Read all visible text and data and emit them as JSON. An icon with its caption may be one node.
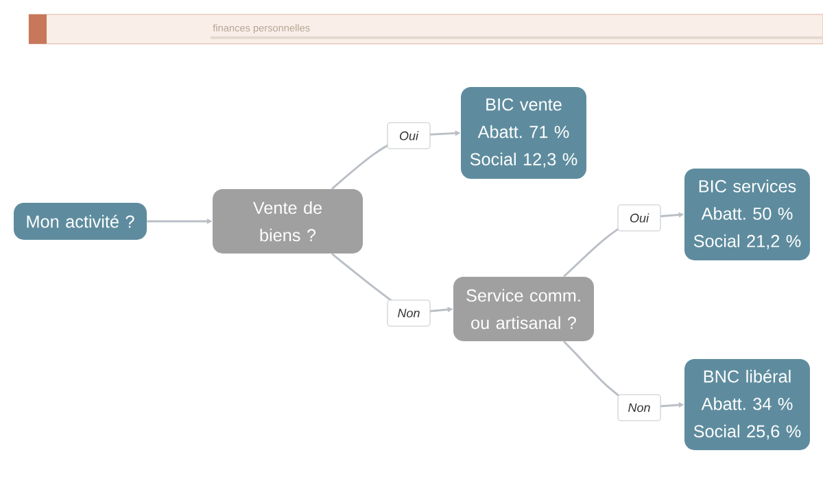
{
  "diagram": {
    "nodes": [
      {
        "text": [
          "Mon activité ?"
        ]
      },
      {
        "text": [
          "Vente de biens ?"
        ]
      },
      {
        "text": [
          "BIC vente",
          "Abatt. 71 %",
          "Social 12,3 %"
        ]
      },
      {
        "text": [
          "Service comm. ou artisanal ?"
        ]
      },
      {
        "text": [
          "BIC services",
          "Abatt. 50 %",
          "Social 21,2 %"
        ]
      },
      {
        "text": [
          "BNC libéral",
          "Abatt. 34 %",
          "Social 25,6 %"
        ]
      }
    ],
    "edges": [
      {
        "from": 0,
        "to": 1,
        "arrow": "to"
      },
      {
        "from": 1,
        "to": 2,
        "arrow": "to",
        "label": "Oui"
      },
      {
        "from": 1,
        "to": 3,
        "arrow": "to",
        "label": "Non"
      },
      {
        "from": 3,
        "to": 4,
        "arrow": "to",
        "label": "Oui"
      },
      {
        "from": 3,
        "to": 5,
        "arrow": "to",
        "label": "Non"
      }
    ],
    "labels": [
      "finances personnelles"
    ]
  }
}
